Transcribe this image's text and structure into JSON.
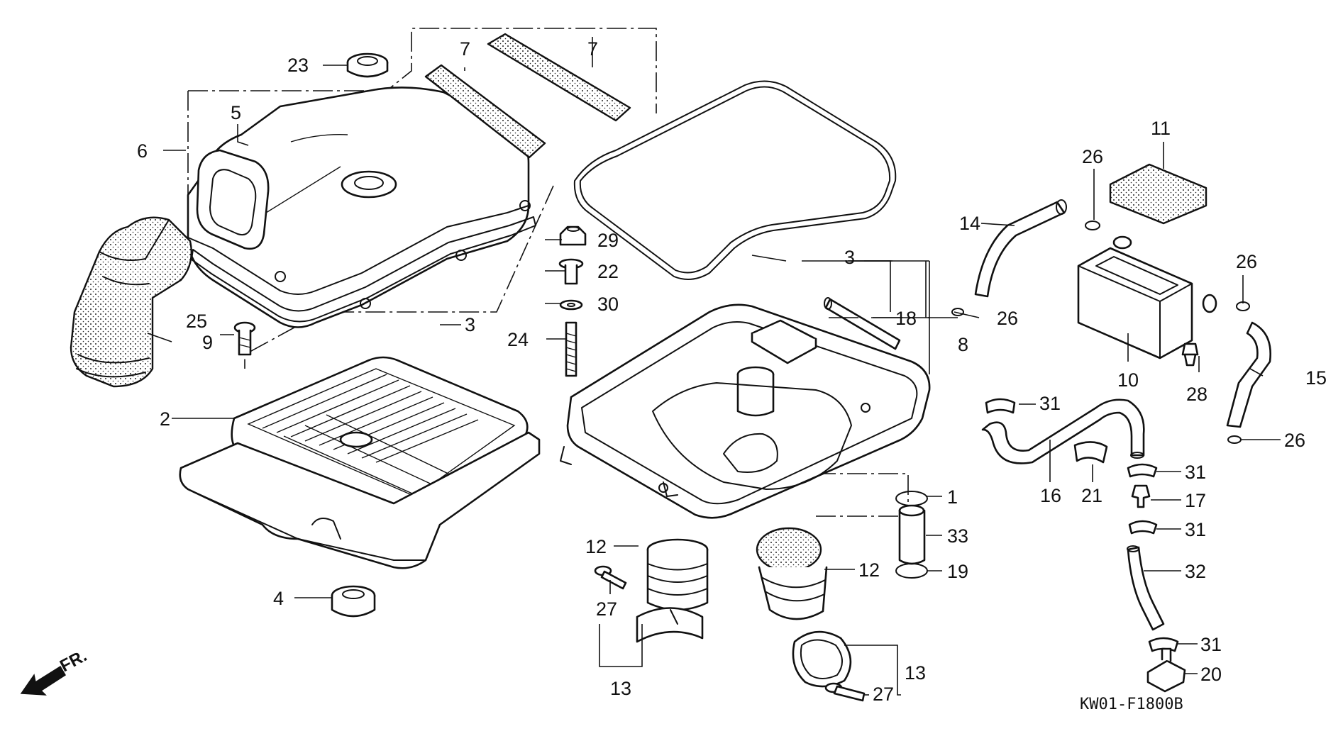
{
  "diagram": {
    "code": "KW01-F1800B",
    "direction": "FR.",
    "labels": {
      "l1": "1",
      "l2": "2",
      "l3a": "3",
      "l3b": "3",
      "l4": "4",
      "l5": "5",
      "l6": "6",
      "l7a": "7",
      "l7b": "7",
      "l8": "8",
      "l9": "9",
      "l10": "10",
      "l11": "11",
      "l12a": "12",
      "l12b": "12",
      "l13a": "13",
      "l13b": "13",
      "l14": "14",
      "l15": "15",
      "l16": "16",
      "l17": "17",
      "l18": "18",
      "l19": "19",
      "l20": "20",
      "l21": "21",
      "l22": "22",
      "l23": "23",
      "l24": "24",
      "l25": "25",
      "l26a": "26",
      "l26b": "26",
      "l26c": "26",
      "l26d": "26",
      "l27a": "27",
      "l27b": "27",
      "l28": "28",
      "l29": "29",
      "l30": "30",
      "l31a": "31",
      "l31b": "31",
      "l31c": "31",
      "l31d": "31",
      "l32": "32",
      "l33": "33"
    },
    "icons": [
      "fr-arrow-icon"
    ]
  }
}
